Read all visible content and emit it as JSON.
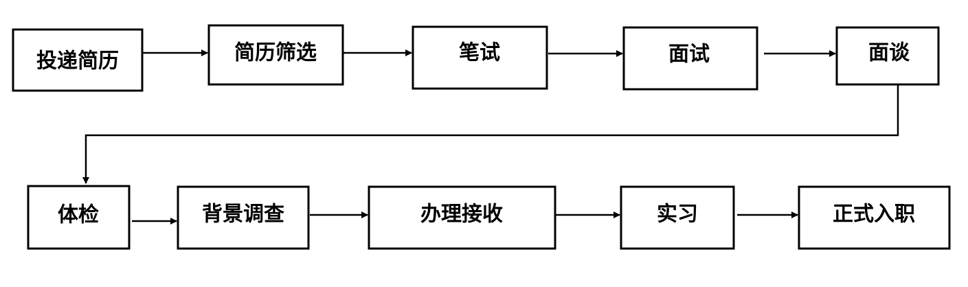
{
  "diagram": {
    "steps": [
      {
        "id": "submit-resume",
        "label": "投递简历"
      },
      {
        "id": "resume-screening",
        "label": "简历筛选"
      },
      {
        "id": "written-test",
        "label": "笔试"
      },
      {
        "id": "interview",
        "label": "面试"
      },
      {
        "id": "talk",
        "label": "面谈"
      },
      {
        "id": "medical-exam",
        "label": "体检"
      },
      {
        "id": "background-check",
        "label": "背景调查"
      },
      {
        "id": "onboarding-process",
        "label": "办理接收"
      },
      {
        "id": "internship",
        "label": "实习"
      },
      {
        "id": "formal-employment",
        "label": "正式入职"
      }
    ],
    "style": {
      "line_color": "#000000",
      "box_fill": "#ffffff",
      "text_color": "#000000"
    }
  }
}
